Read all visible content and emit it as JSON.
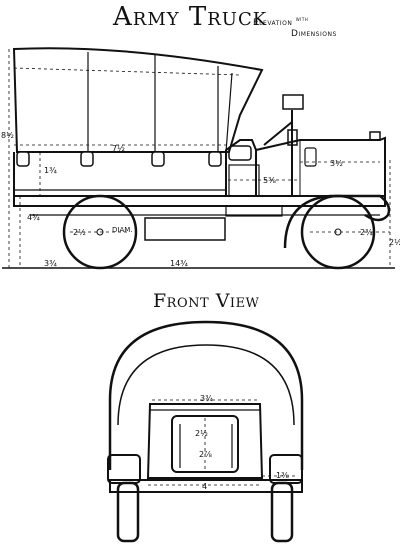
{
  "title": "Army Truck",
  "subtitle_line1": "Elevation",
  "subtitle_with": "with",
  "subtitle_line2": "Dimensions",
  "front_title": "Front View",
  "elevation_dims": {
    "body_length": "7½",
    "top_height": "1¾",
    "front_height": "3½",
    "hood_height": "5⅜",
    "rear_height": "8½",
    "frame_height": "4¾",
    "wheel_diam": "2½",
    "diam_label": "DIAM.",
    "front_wheel": "2¾",
    "front_overhang": "2½",
    "rear_overhang": "3¾",
    "wheelbase": "14¾"
  },
  "front_dims": {
    "width": "3¾",
    "window": "2½",
    "grille": "2⅞",
    "axle": "4",
    "fender": "1⅜"
  }
}
